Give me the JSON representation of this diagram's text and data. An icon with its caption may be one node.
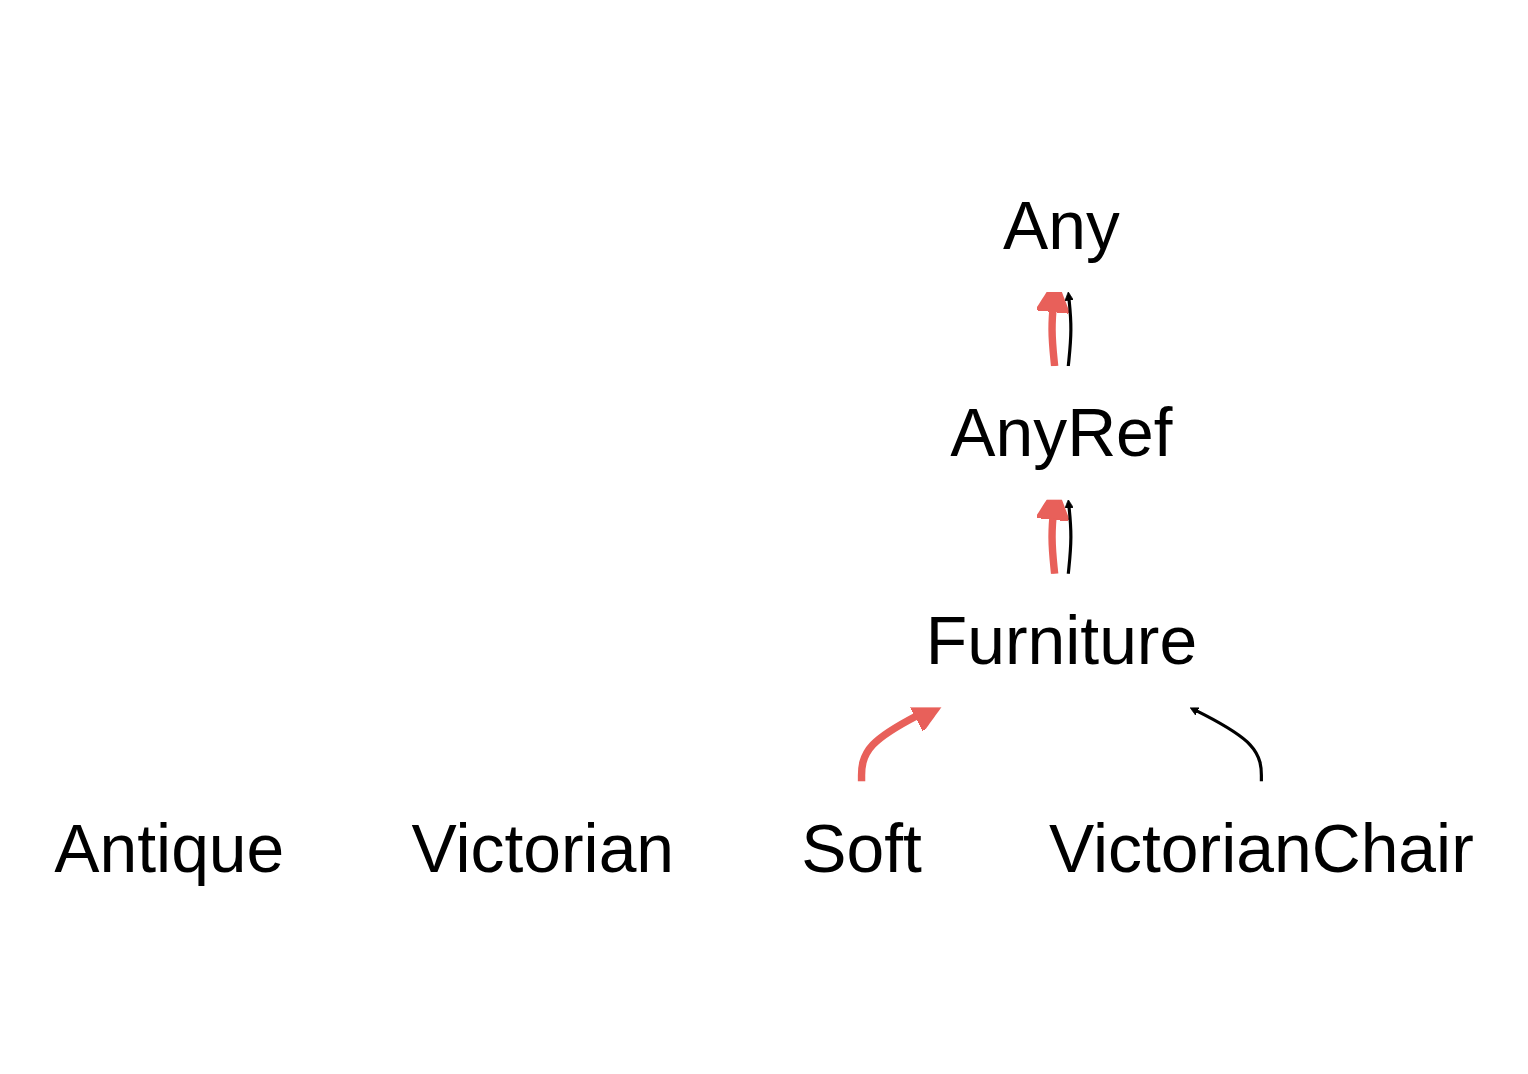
{
  "diagram": {
    "nodes": [
      {
        "text": [
          "Any"
        ]
      },
      {
        "text": [
          "AnyRef"
        ]
      },
      {
        "text": [
          "Antique"
        ]
      },
      {
        "text": [
          "Furniture"
        ]
      },
      {
        "text": [
          "Victorian"
        ]
      },
      {
        "text": [
          "Soft"
        ]
      },
      {
        "text": [
          "VictorianChair"
        ]
      }
    ],
    "edges": [
      {
        "from": 1,
        "to": 0,
        "arrow": "to",
        "style": "thick",
        "color": "#e8605a"
      },
      {
        "from": 1,
        "to": 0,
        "arrow": "to",
        "color": "#000000"
      },
      {
        "from": 3,
        "to": 1,
        "arrow": "to",
        "style": "thick",
        "color": "#e8605a"
      },
      {
        "from": 3,
        "to": 1,
        "arrow": "to",
        "color": "#000000"
      },
      {
        "from": 5,
        "to": 3,
        "arrow": "to",
        "style": "thick",
        "color": "#e8605a"
      },
      {
        "from": 6,
        "to": 3,
        "arrow": "to",
        "color": "#000000"
      }
    ]
  }
}
